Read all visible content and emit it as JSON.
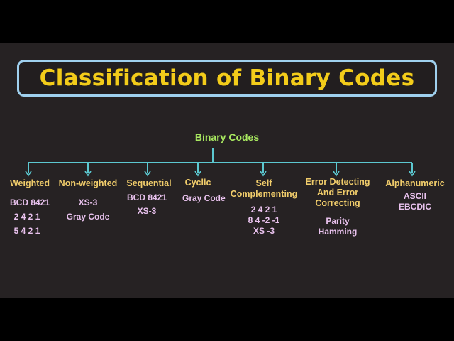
{
  "title": "Classification of Binary Codes",
  "root": "Binary Codes",
  "colors": {
    "background": "#262223",
    "title_text": "#f3cc1a",
    "title_border": "#9fd0ee",
    "root_text": "#a8e860",
    "connector": "#5cc8d0",
    "category_text": "#f1cd6b",
    "item_text": "#e9c2ee"
  },
  "categories": [
    {
      "label": "Weighted",
      "items": [
        "BCD 8421",
        "2 4 2 1",
        "5 4 2 1"
      ]
    },
    {
      "label": "Non-weighted",
      "items": [
        "XS-3",
        "Gray Code"
      ]
    },
    {
      "label": "Sequential",
      "items": [
        "BCD 8421",
        "XS-3"
      ]
    },
    {
      "label": "Cyclic",
      "items": [
        "Gray Code"
      ]
    },
    {
      "label": "Self Complementing",
      "items": [
        "2 4 2 1",
        "8 4 -2 -1",
        "XS -3"
      ]
    },
    {
      "label": "Error Detecting And Error Correcting",
      "items": [
        "Parity",
        "Hamming"
      ]
    },
    {
      "label": "Alphanumeric",
      "items": [
        "ASCII",
        "EBCDIC"
      ]
    }
  ]
}
